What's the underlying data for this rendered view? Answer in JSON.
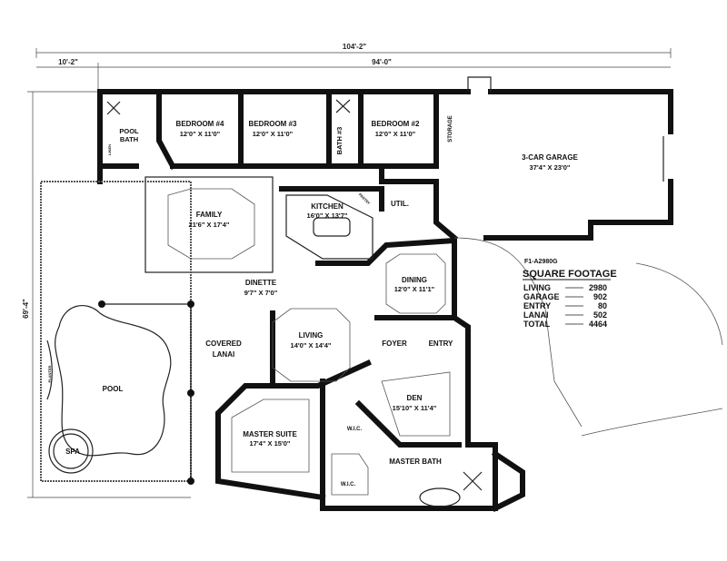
{
  "plan_id": "F1-A2980G",
  "dimensions": {
    "overall_width": "104'-2\"",
    "left_offset": "10'-2\"",
    "main_width": "94'-0\"",
    "overall_depth": "69'-4\""
  },
  "rooms": {
    "bedroom4": {
      "name": "BEDROOM #4",
      "size": "12'0\" X 11'0\""
    },
    "bedroom3": {
      "name": "BEDROOM #3",
      "size": "12'0\" X 11'0\""
    },
    "bedroom2": {
      "name": "BEDROOM #2",
      "size": "12'0\" X 11'0\""
    },
    "pool_bath": {
      "line1": "POOL",
      "line2": "BATH"
    },
    "linen": "LINEN",
    "bath3": "BATH #3",
    "storage": "STORAGE",
    "garage": {
      "name": "3-CAR GARAGE",
      "size": "37'4\" X 23'0\""
    },
    "family": {
      "name": "FAMILY",
      "size": "21'6\" X 17'4\""
    },
    "kitchen": {
      "name": "KITCHEN",
      "size": "16'0\" X 13'7\""
    },
    "pantry": "PANTRY",
    "util": "UTIL.",
    "dinette": {
      "name": "DINETTE",
      "size": "9'7\" X 7'0\""
    },
    "dining": {
      "name": "DINING",
      "size": "12'0\" X 11'1\""
    },
    "living": {
      "name": "LIVING",
      "size": "14'0\" X 14'4\""
    },
    "foyer": "FOYER",
    "entry": "ENTRY",
    "covered_lanai": {
      "line1": "COVERED",
      "line2": "LANAI"
    },
    "pool": "POOL",
    "spa": "SPA",
    "planter": "PLANTER",
    "den": {
      "name": "DEN",
      "size": "15'10\" X 11'4\""
    },
    "master_suite": {
      "name": "MASTER SUITE",
      "size": "17'4\" X 15'0\""
    },
    "wic1": "W.I.C.",
    "wic2": "W.I.C.",
    "master_bath": "MASTER BATH"
  },
  "square_footage": {
    "title": "SQUARE FOOTAGE",
    "rows": [
      {
        "label": "LIVING",
        "value": "2980"
      },
      {
        "label": "GARAGE",
        "value": "902"
      },
      {
        "label": "ENTRY",
        "value": "80"
      },
      {
        "label": "LANAI",
        "value": "502"
      },
      {
        "label": "TOTAL",
        "value": "4464"
      }
    ]
  }
}
